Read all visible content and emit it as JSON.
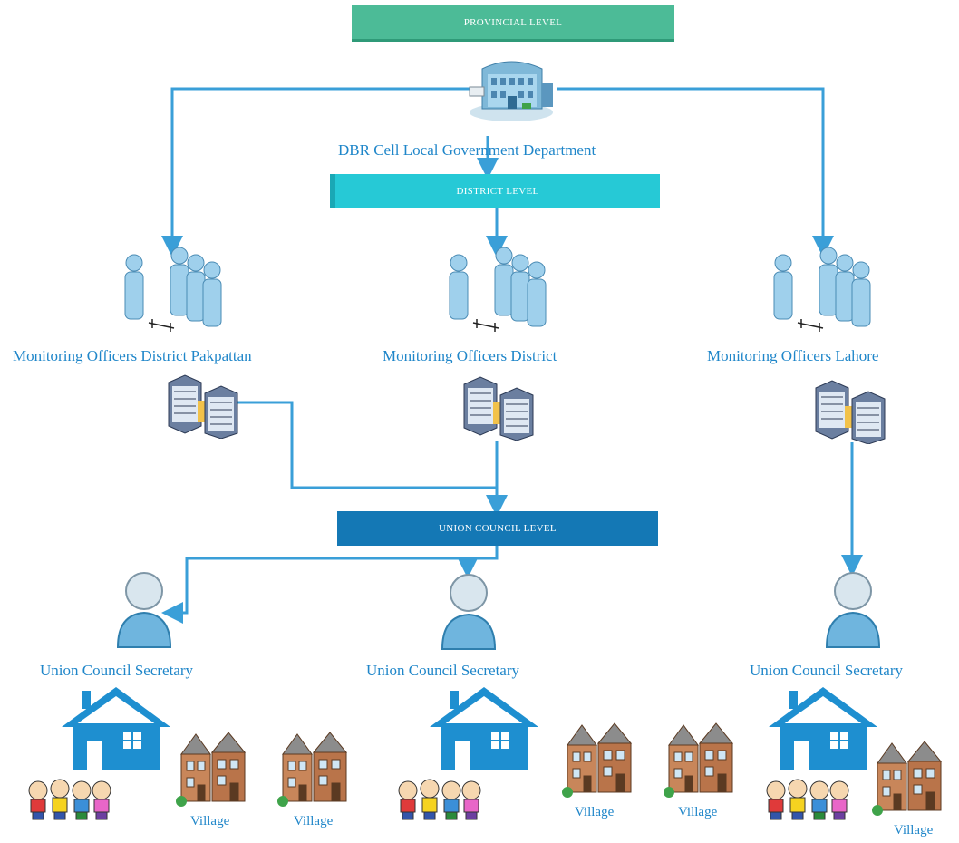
{
  "levels": {
    "provincial": "PROVINCIAL LEVEL",
    "district": "DISTRICT  LEVEL",
    "union_council": "UNION COUNCIL   LEVEL"
  },
  "department_label": "DBR Cell Local Government Department",
  "monitoring_officers": [
    "Monitoring Officers District Pakpattan",
    "Monitoring Officers District",
    "Monitoring Officers Lahore"
  ],
  "secretaries": [
    "Union Council  Secretary",
    "Union Council Secretary",
    "Union Council Secretary"
  ],
  "villages": [
    "Village",
    "Village",
    "Village",
    "Village",
    "Village"
  ],
  "colors": {
    "provincial": "#4cbb97",
    "district": "#26c9d6",
    "union_council": "#1478b5",
    "connector": "#3a9fd8",
    "label_text": "#1f86c9",
    "house": "#1e8fd0"
  },
  "icons": {
    "department": "government-building-icon",
    "officers": "officer-group-icon",
    "server": "server-icon",
    "secretary": "user-icon",
    "house": "house-icon",
    "children": "children-group-icon",
    "village": "village-houses-icon"
  }
}
